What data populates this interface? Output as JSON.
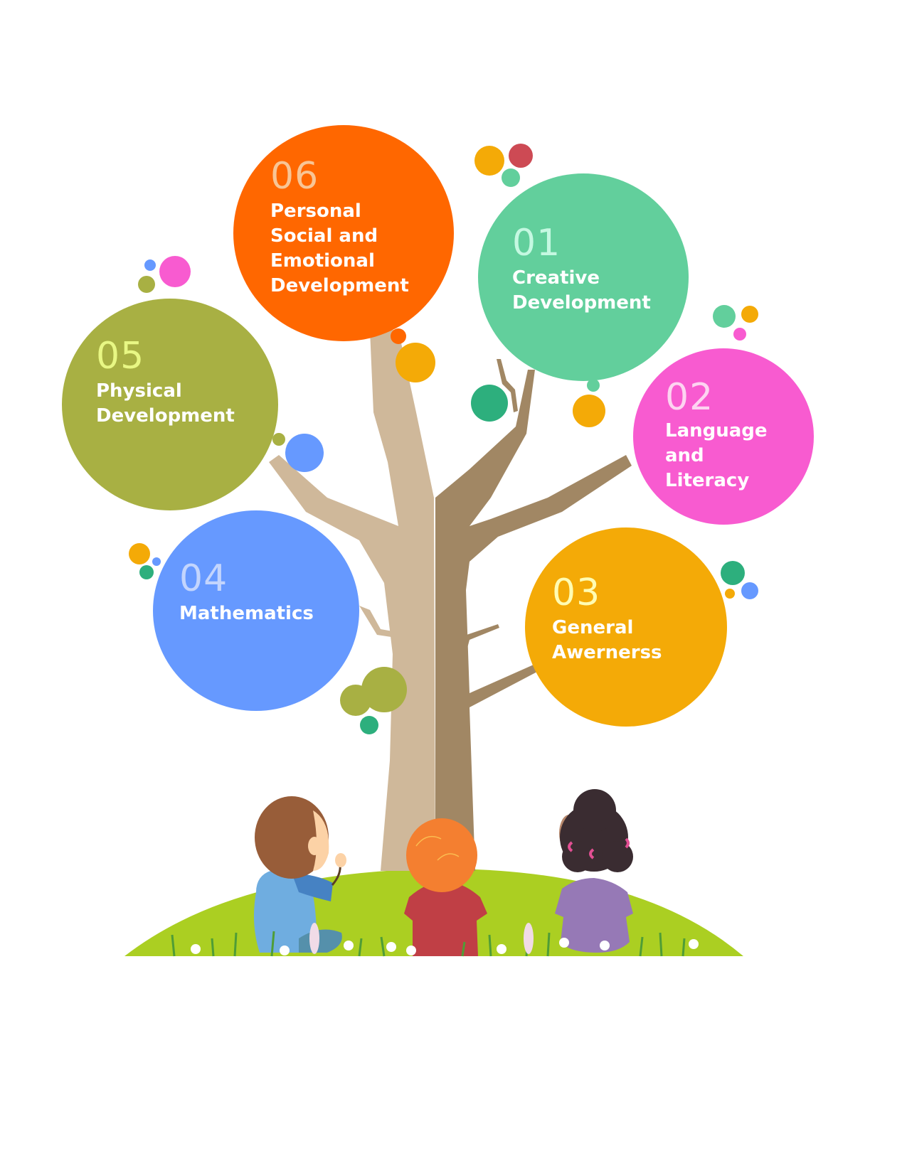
{
  "diagram": {
    "type": "tree-infographic",
    "theme": "early-childhood learning areas",
    "colors": {
      "trunk_light": "#cfb89a",
      "trunk_dark": "#a18764",
      "grass": "#abcf22",
      "background": "#ffffff"
    }
  },
  "bubbles": [
    {
      "id": "06",
      "number": "06",
      "lines": [
        "Personal",
        "Social and",
        "Emotional",
        "Development"
      ],
      "color": "#ff6700",
      "number_color": "#f8c595"
    },
    {
      "id": "01",
      "number": "01",
      "lines": [
        "Creative",
        "Development"
      ],
      "color": "#62cf9c",
      "number_color": "#c5f8e1"
    },
    {
      "id": "02",
      "number": "02",
      "lines": [
        "Language",
        "and",
        "Literacy"
      ],
      "color": "#f85bd0",
      "number_color": "#fdd4f1"
    },
    {
      "id": "03",
      "number": "03",
      "lines": [
        "General",
        "Awernerss"
      ],
      "color": "#f4aa07",
      "number_color": "#fffcb3"
    },
    {
      "id": "04",
      "number": "04",
      "lines": [
        "Mathematics"
      ],
      "color": "#6699ff",
      "number_color": "#c3d5fd"
    },
    {
      "id": "05",
      "number": "05",
      "lines": [
        "Physical",
        "Development"
      ],
      "color": "#a8b043",
      "number_color": "#e8f784"
    }
  ],
  "children": [
    {
      "name": "boy-brown-hair",
      "hair": "#985d39",
      "shirt": "#6fade0"
    },
    {
      "name": "child-orange-hair",
      "hair": "#f47f30",
      "shirt": "#c03f45"
    },
    {
      "name": "girl-curly-hair",
      "hair": "#3a2c31",
      "shirt": "#9679b6"
    }
  ]
}
